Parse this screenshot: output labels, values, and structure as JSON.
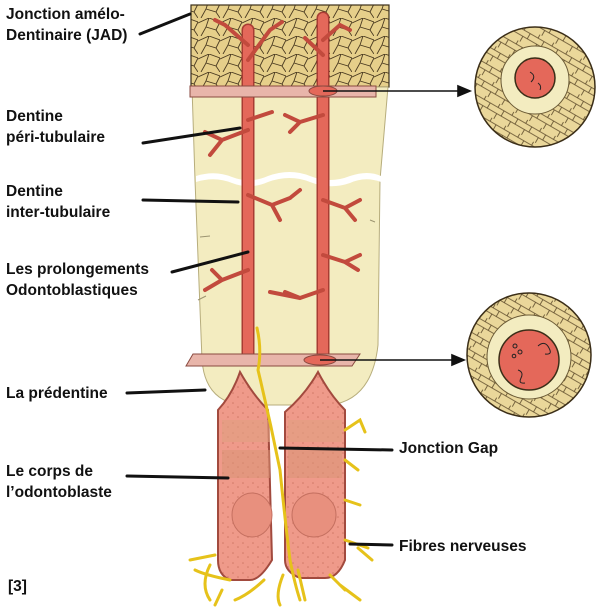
{
  "labels": {
    "jad": {
      "line1": "Jonction amélo-",
      "line2": "Dentinaire (JAD)"
    },
    "dentine_peri": {
      "line1": "Dentine",
      "line2": "péri-tubulaire"
    },
    "dentine_inter": {
      "line1": "Dentine",
      "line2": "inter-tubulaire"
    },
    "prolongements": {
      "line1": "Les prolongements",
      "line2": "Odontoblastiques"
    },
    "predentine": "La prédentine",
    "corps": {
      "line1": "Le corps de",
      "line2": "l’odontoblaste"
    },
    "jonction_gap": "Jonction Gap",
    "fibres": "Fibres nerveuses",
    "reference": "[3]"
  },
  "colors": {
    "dentine": "#f3ecc0",
    "enamel": "#e6cf8a",
    "process": "#e4685a",
    "process_edge": "#a83c33",
    "cell_body": "#ef9a8a",
    "nerve": "#e6c21a",
    "band": "#e8b5aa",
    "leader": "#111111"
  },
  "icons": {
    "upper_section": "tubule-cross-section-icon",
    "lower_section": "tubule-cross-section-icon"
  }
}
